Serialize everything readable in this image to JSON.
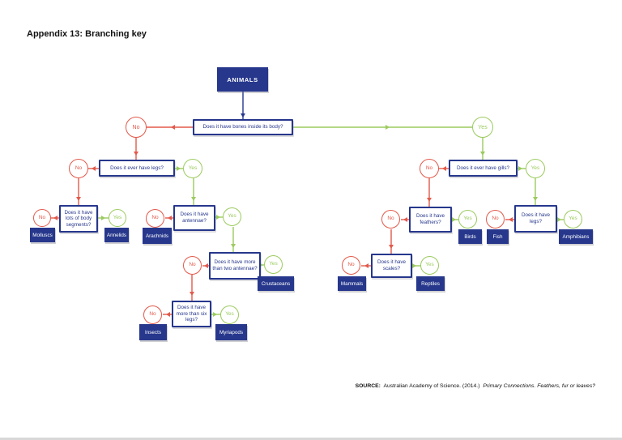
{
  "page": {
    "title": "Appendix 13: Branching key",
    "source_label": "SOURCE:",
    "source_text": "Australian Academy of Science. (2014.)",
    "source_italic": "Primary Connections. Feathers, fur or leaves?"
  },
  "colors": {
    "navy": "#26378c",
    "red": "#e2594a",
    "green": "#9bcb5e",
    "background": "#ffffff"
  },
  "root": {
    "label": "ANIMALS"
  },
  "answers": {
    "no": "No",
    "yes": "Yes"
  },
  "questions": {
    "bones": "Does it have bones inside its body?",
    "ever_legs": "Does it ever have legs?",
    "body_segments": "Does it have lots of body segments?",
    "antennae": "Does it have antennae?",
    "two_antennae": "Does it have more than two antennae?",
    "six_legs": "Does it have more than six legs?",
    "gills": "Does it ever have gills?",
    "feathers": "Does it have feathers?",
    "scales": "Does it have scales?",
    "legs": "Does it have legs?"
  },
  "results": {
    "molluscs": "Molluscs",
    "annelids": "Annelids",
    "arachnids": "Arachnids",
    "crustaceans": "Crustaceans",
    "insects": "Insects",
    "myriapods": "Myriapods",
    "mammals": "Mammals",
    "reptiles": "Reptiles",
    "birds": "Birds",
    "fish": "Fish",
    "amphibians": "Amphibians"
  }
}
